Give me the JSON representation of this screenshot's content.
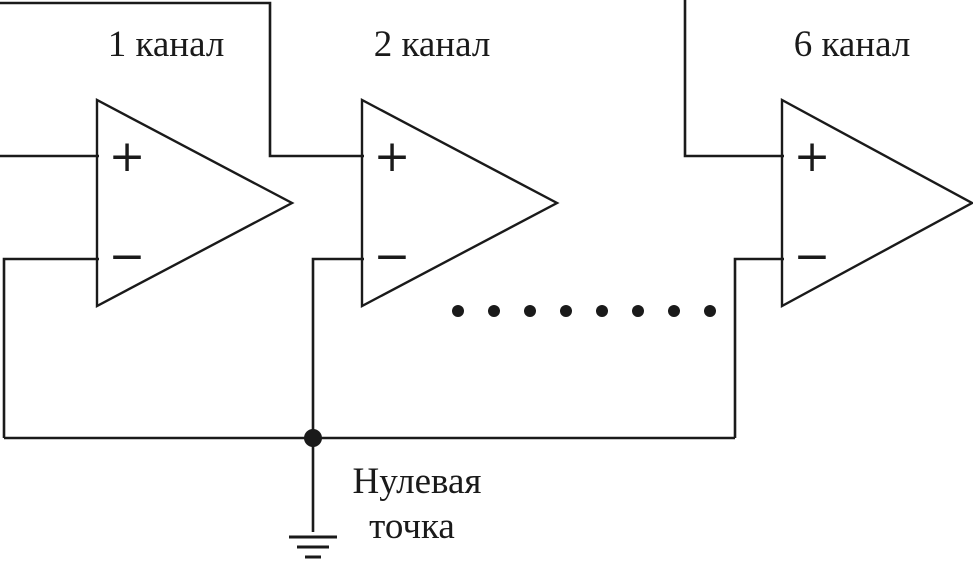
{
  "diagram": {
    "title_semantic": "multichannel-amplifier-common-zero-point",
    "background_color": "#ffffff",
    "line_color": "#1a1a1a",
    "channels": [
      {
        "label": "1 канал",
        "plus": "+",
        "minus": "−"
      },
      {
        "label": "2 канал",
        "plus": "+",
        "minus": "−"
      },
      {
        "label": "6 канал",
        "plus": "+",
        "minus": "−"
      }
    ],
    "ground_label": {
      "line1": "Нулевая",
      "line2": "точка"
    }
  }
}
